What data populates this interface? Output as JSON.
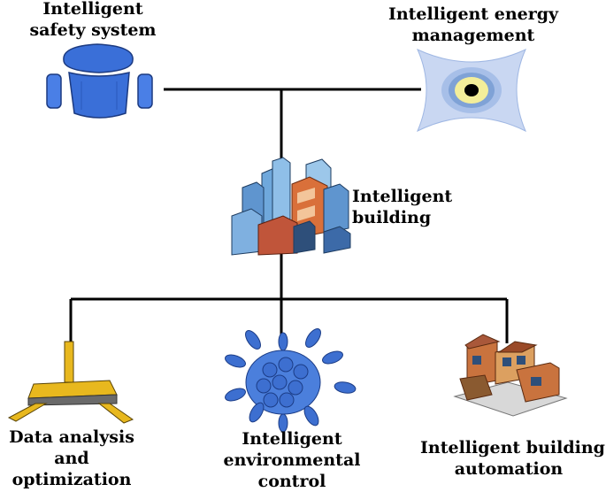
{
  "nodes": {
    "safety": {
      "label_line1": "Intelligent",
      "label_line2": "safety system",
      "icon": "office-chair-icon"
    },
    "energy": {
      "label_line1": "Intelligent energy",
      "label_line2": "management",
      "icon": "target-frame-icon"
    },
    "building": {
      "label_line1": "Intelligent",
      "label_line2": "building",
      "icon": "city-buildings-icon"
    },
    "data": {
      "label_line1": "Data analysis",
      "label_line2": "and",
      "label_line3": "optimization",
      "icon": "desk-lamp-icon"
    },
    "environment": {
      "label_line1": "Intelligent",
      "label_line2": "environmental",
      "label_line3": "control",
      "icon": "flower-cluster-icon"
    },
    "automation": {
      "label_line1": "Intelligent building",
      "label_line2": "automation",
      "icon": "house-complex-icon"
    }
  },
  "colors": {
    "connector": "#000000",
    "chair_blue": "#3a6fd8",
    "energy_light": "#c9d7f2",
    "energy_mid": "#7fa2d6",
    "energy_yellow": "#f3ee9a",
    "flower_blue": "#3d6fd0",
    "lamp_yellow": "#e8b81e",
    "brick_orange": "#d9703a"
  }
}
